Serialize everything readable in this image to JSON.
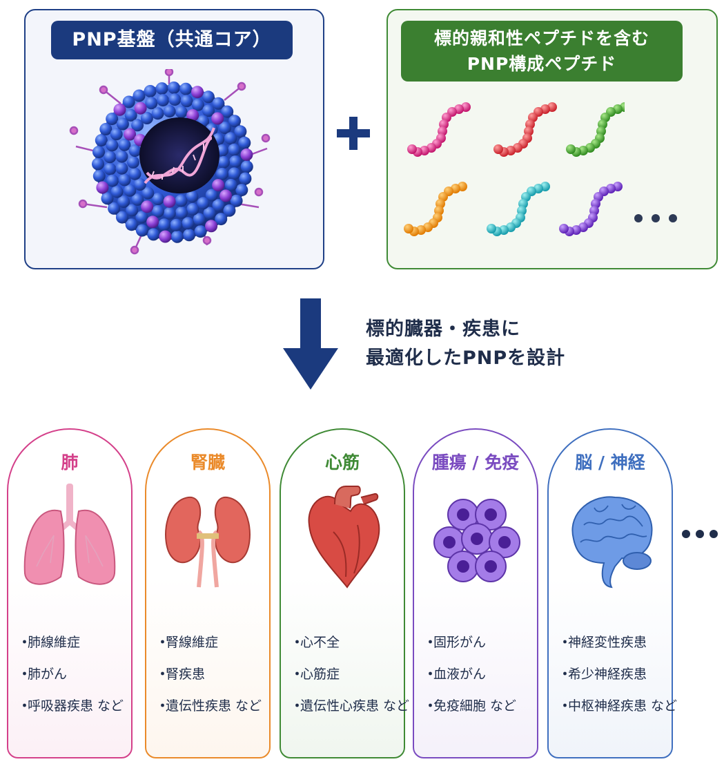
{
  "core_panel": {
    "title": "PNP基盤（共通コア）"
  },
  "peptide_panel": {
    "title_line1": "標的親和性ペプチドを含む",
    "title_line2": "PNP構成ペプチド"
  },
  "plus_symbol": "+",
  "design_caption": {
    "line1": "標的臓器・疾患に",
    "line2": "最適化したPNPを設計"
  },
  "organs": [
    {
      "name": "肺",
      "color": "#d4408a",
      "icon": "lungs-icon",
      "diseases": [
        "肺線維症",
        "肺がん",
        "呼吸器疾患 など"
      ]
    },
    {
      "name": "腎臓",
      "color": "#ea8a2a",
      "icon": "kidneys-icon",
      "diseases": [
        "腎線維症",
        "腎疾患",
        "遺伝性疾患 など"
      ]
    },
    {
      "name": "心筋",
      "color": "#3f8a35",
      "icon": "heart-icon",
      "diseases": [
        "心不全",
        "心筋症",
        "遺伝性心疾患 など"
      ]
    },
    {
      "name": "腫瘍 / 免疫",
      "color": "#7a4bc0",
      "icon": "cells-icon",
      "diseases": [
        "固形がん",
        "血液がん",
        "免疫細胞 など"
      ]
    },
    {
      "name": "脳 / 神経",
      "color": "#3f6fbf",
      "icon": "brain-icon",
      "diseases": [
        "神経変性疾患",
        "希少神経疾患",
        "中枢神経疾患 など"
      ]
    }
  ],
  "bullet": "・",
  "colors": {
    "core": "#1b3a7e",
    "peptide": "#3b7f30",
    "arrow": "#1b3a7e"
  }
}
